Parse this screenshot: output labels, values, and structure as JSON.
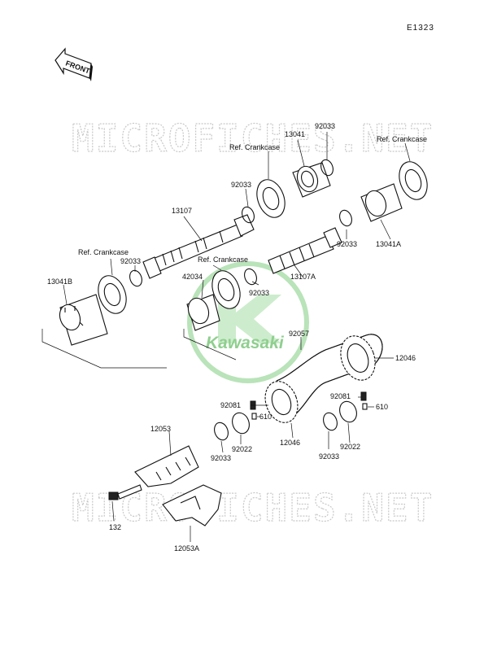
{
  "diagram": {
    "code": "E1323",
    "front_label": "FRONT",
    "watermark_text": "MICROFICHES.NET",
    "watermark_logo": "Kawasaki",
    "labels": [
      {
        "id": "92033-top",
        "text": "92033"
      },
      {
        "id": "ref-crankcase-top",
        "text": "Ref. Crankcase"
      },
      {
        "id": "13041",
        "text": "13041"
      },
      {
        "id": "ref-crankcase-right",
        "text": "Ref. Crankcase"
      },
      {
        "id": "92033-mid",
        "text": "92033"
      },
      {
        "id": "13107",
        "text": "13107"
      },
      {
        "id": "92033-right",
        "text": "92033"
      },
      {
        "id": "13041A",
        "text": "13041A"
      },
      {
        "id": "ref-crankcase-left",
        "text": "Ref. Crankcase"
      },
      {
        "id": "92033-left",
        "text": "92033"
      },
      {
        "id": "ref-crankcase-center",
        "text": "Ref. Crankcase"
      },
      {
        "id": "13041B",
        "text": "13041B"
      },
      {
        "id": "42034",
        "text": "42034"
      },
      {
        "id": "92033-center",
        "text": "92033"
      },
      {
        "id": "13107A",
        "text": "13107A"
      },
      {
        "id": "92057",
        "text": "92057"
      },
      {
        "id": "12046-right",
        "text": "12046"
      },
      {
        "id": "92081-left",
        "text": "92081"
      },
      {
        "id": "610-left",
        "text": "610"
      },
      {
        "id": "92081-right",
        "text": "92081"
      },
      {
        "id": "610-right",
        "text": "610"
      },
      {
        "id": "12053",
        "text": "12053"
      },
      {
        "id": "92033-bl",
        "text": "92033"
      },
      {
        "id": "92022-left",
        "text": "92022"
      },
      {
        "id": "12046-center",
        "text": "12046"
      },
      {
        "id": "92033-br",
        "text": "92033"
      },
      {
        "id": "92022-right",
        "text": "92022"
      },
      {
        "id": "132",
        "text": "132"
      },
      {
        "id": "12053A",
        "text": "12053A"
      }
    ]
  }
}
